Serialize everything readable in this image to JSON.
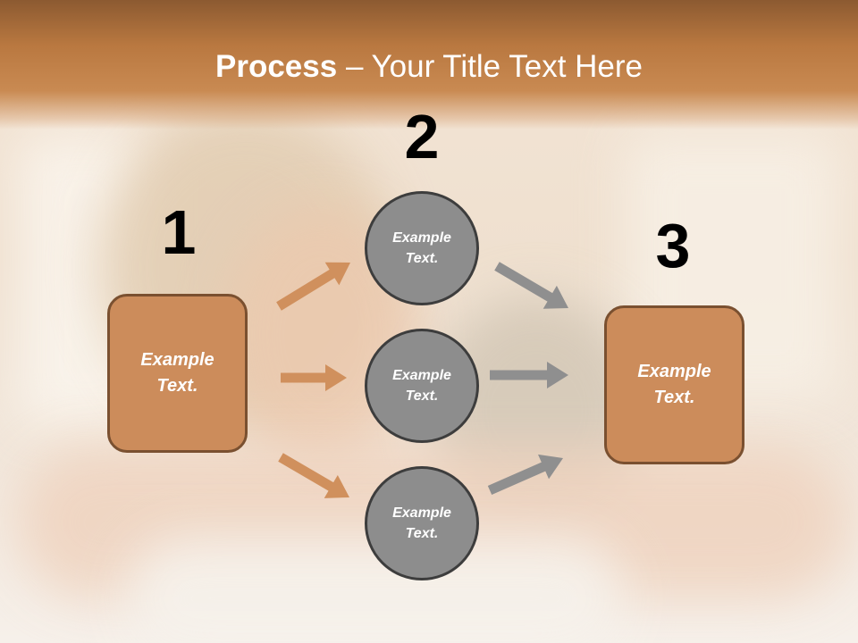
{
  "title": {
    "bold": "Process",
    "rest": " – Your Title Text Here"
  },
  "steps": [
    "1",
    "2",
    "3"
  ],
  "boxes": {
    "left": "Example Text.",
    "right": "Example Text."
  },
  "circles": [
    "Example Text.",
    "Example Text.",
    "Example Text."
  ],
  "colors": {
    "header": "#b97840",
    "box_fill": "#cc8c5b",
    "box_border": "#7a5030",
    "circle_fill": "#8d8d8d",
    "circle_border": "#3d3d3d",
    "arrow_orange": "#d0905d",
    "arrow_gray": "#8f8f8f"
  },
  "icons": {
    "arrow": "right-arrow-icon"
  }
}
